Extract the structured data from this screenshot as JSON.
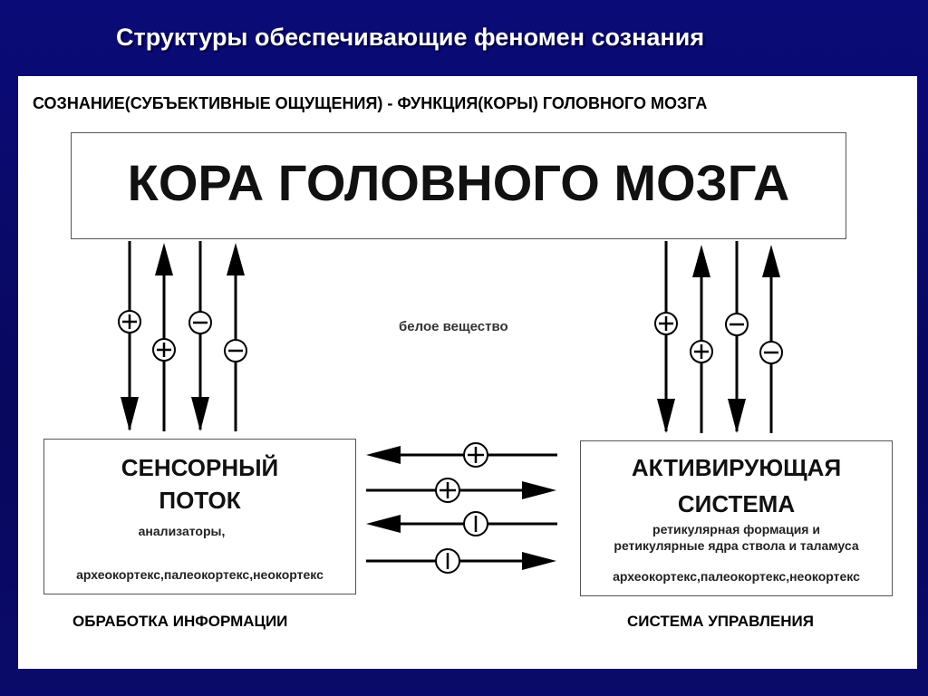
{
  "slide": {
    "title": "Структуры обеспечивающие феномен сознания"
  },
  "diagram": {
    "subtitle": "СОЗНАНИЕ(СУБЪЕКТИВНЫЕ ОЩУЩЕНИЯ) - ФУНКЦИЯ(КОРЫ) ГОЛОВНОГО МОЗГА",
    "cortex": "КОРА ГОЛОВНОГО МОЗГА",
    "white_matter": "белое вещество",
    "sensory": {
      "title_line1": "СЕНСОРНЫЙ",
      "title_line2": "ПОТОК",
      "sub": "анализаторы,",
      "structures": "археокортекс,палеокортекс,неокортекс",
      "caption": "ОБРАБОТКА ИНФОРМАЦИИ"
    },
    "activating": {
      "title_line1": "АКТИВИРУЮЩАЯ",
      "title_line2": "СИСТЕМА",
      "sub_line1": "ретикулярная формация и",
      "sub_line2": "ретикулярные ядра ствола и таламуса",
      "structures": "археокортекс,палеокортекс,неокортекс",
      "caption": "СИСТЕМА УПРАВЛЕНИЯ"
    },
    "colors": {
      "background": "#0a0a6e",
      "panel": "#ffffff",
      "ink": "#000000"
    }
  }
}
